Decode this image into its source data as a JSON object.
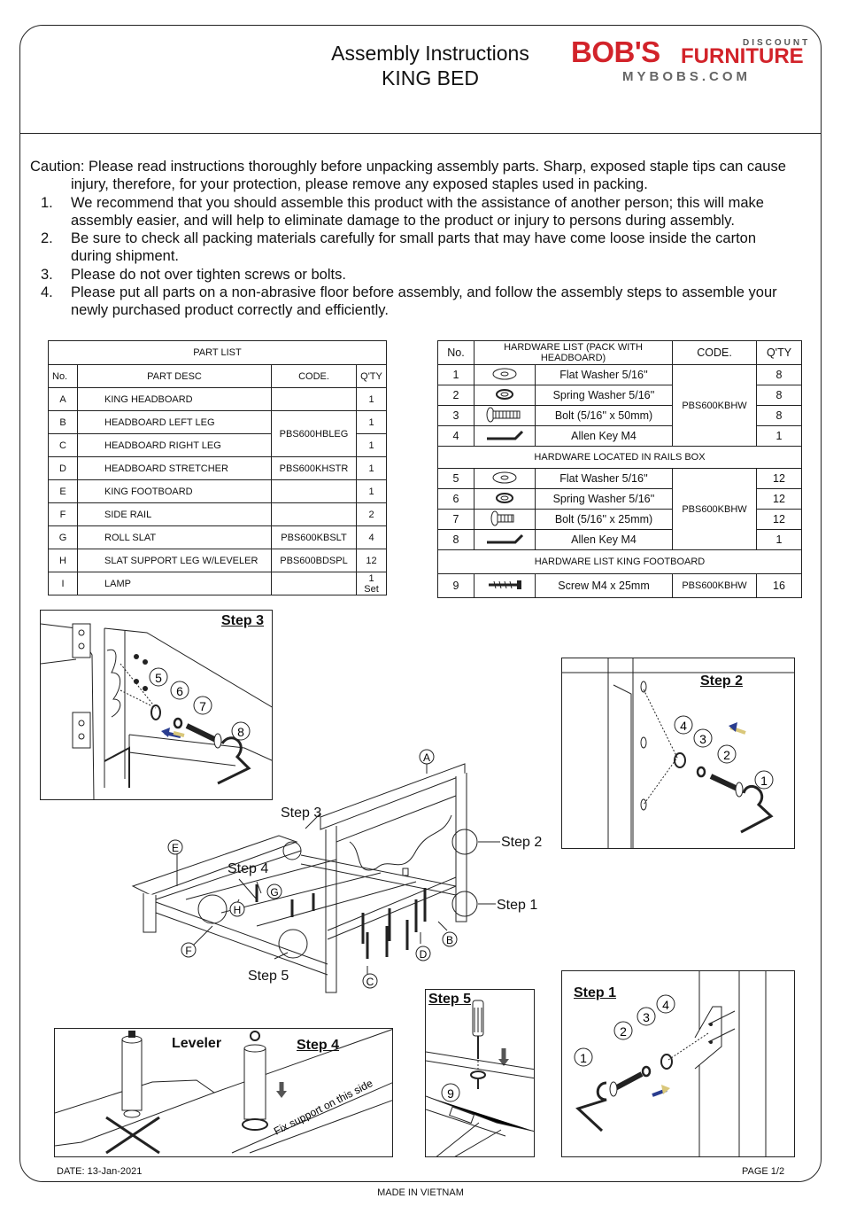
{
  "header": {
    "title_line1": "Assembly Instructions",
    "title_line2": "KING BED",
    "logo_bobs": "BOB'S",
    "logo_discount": "DISCOUNT",
    "logo_furniture": "FURNITURE",
    "logo_site": "MYBOBS.COM",
    "brand_color": "#d2232a"
  },
  "caution": {
    "intro": "Caution: Please read instructions thoroughly before unpacking assembly parts. Sharp, exposed staple tips can cause injury, therefore, for your protection, please remove any exposed staples used in packing.",
    "items": [
      {
        "num": "1.",
        "text": "We recommend that you should assemble this product with the assistance of another person; this will make assembly easier, and will help to eliminate damage to the product or injury to persons during assembly."
      },
      {
        "num": "2.",
        "text": "Be sure to check all packing materials carefully for small parts that may have come loose inside the carton during shipment."
      },
      {
        "num": "3.",
        "text": "Please do not over tighten screws or bolts."
      },
      {
        "num": "4.",
        "text": "Please put all parts on a non-abrasive floor before assembly, and follow the assembly steps to assemble your newly purchased product correctly and efficiently."
      }
    ]
  },
  "part_list": {
    "title": "PART LIST",
    "headers": [
      "No.",
      "PART DESC",
      "CODE.",
      "Q'TY"
    ],
    "rows": [
      {
        "no": "A",
        "desc": "KING HEADBOARD",
        "code": "",
        "qty": "1"
      },
      {
        "no": "B",
        "desc": "HEADBOARD LEFT LEG",
        "code": "PBS600HBLEG",
        "qty": "1"
      },
      {
        "no": "C",
        "desc": "HEADBOARD RIGHT LEG",
        "code": "",
        "qty": "1"
      },
      {
        "no": "D",
        "desc": "HEADBOARD STRETCHER",
        "code": "PBS600KHSTR",
        "qty": "1"
      },
      {
        "no": "E",
        "desc": "KING FOOTBOARD",
        "code": "",
        "qty": "1"
      },
      {
        "no": "F",
        "desc": "SIDE RAIL",
        "code": "",
        "qty": "2"
      },
      {
        "no": "G",
        "desc": "ROLL SLAT",
        "code": "PBS600KBSLT",
        "qty": "4"
      },
      {
        "no": "H",
        "desc": "SLAT SUPPORT LEG W/LEVELER",
        "code": "PBS600BDSPL",
        "qty": "12"
      },
      {
        "no": "I",
        "desc": "LAMP",
        "code": "",
        "qty": "1 Set"
      }
    ]
  },
  "hardware": {
    "headers": [
      "No.",
      "HARDWARE LIST (PACK WITH HEADBOARD)",
      "CODE.",
      "Q'TY"
    ],
    "section2_title": "HARDWARE LOCATED IN RAILS BOX",
    "section3_title": "HARDWARE LIST KING FOOTBOARD",
    "code_main": "PBS600KBHW",
    "rows1": [
      {
        "no": "1",
        "name": "Flat Washer 5/16''",
        "qty": "8",
        "icon": "flat-washer-icon"
      },
      {
        "no": "2",
        "name": "Spring Washer 5/16''",
        "qty": "8",
        "icon": "spring-washer-icon"
      },
      {
        "no": "3",
        "name": "Bolt (5/16'' x 50mm)",
        "qty": "8",
        "icon": "bolt-icon"
      },
      {
        "no": "4",
        "name": "Allen Key M4",
        "qty": "1",
        "icon": "allen-key-icon"
      }
    ],
    "rows2": [
      {
        "no": "5",
        "name": "Flat Washer 5/16''",
        "qty": "12",
        "icon": "flat-washer-icon"
      },
      {
        "no": "6",
        "name": "Spring Washer 5/16''",
        "qty": "12",
        "icon": "spring-washer-icon"
      },
      {
        "no": "7",
        "name": "Bolt (5/16'' x 25mm)",
        "qty": "12",
        "icon": "bolt-icon"
      },
      {
        "no": "8",
        "name": "Allen Key M4",
        "qty": "1",
        "icon": "allen-key-icon"
      }
    ],
    "rows3": [
      {
        "no": "9",
        "name": "Screw M4 x 25mm",
        "code": "PBS600KBHW",
        "qty": "16",
        "icon": "screw-icon"
      }
    ]
  },
  "diagrams": {
    "step1": "Step 1",
    "step2": "Step 2",
    "step3": "Step 3",
    "step4": "Step 4",
    "step5": "Step 5",
    "leveler": "Leveler",
    "fix_support": "Fix support on this side",
    "callouts": [
      "1",
      "2",
      "3",
      "4",
      "5",
      "6",
      "7",
      "8",
      "9"
    ],
    "parts": [
      "A",
      "B",
      "C",
      "D",
      "E",
      "F",
      "G",
      "H"
    ]
  },
  "footer": {
    "date": "DATE:  13-Jan-2021",
    "page": "PAGE 1/2",
    "made_in": "MADE IN VIETNAM"
  }
}
